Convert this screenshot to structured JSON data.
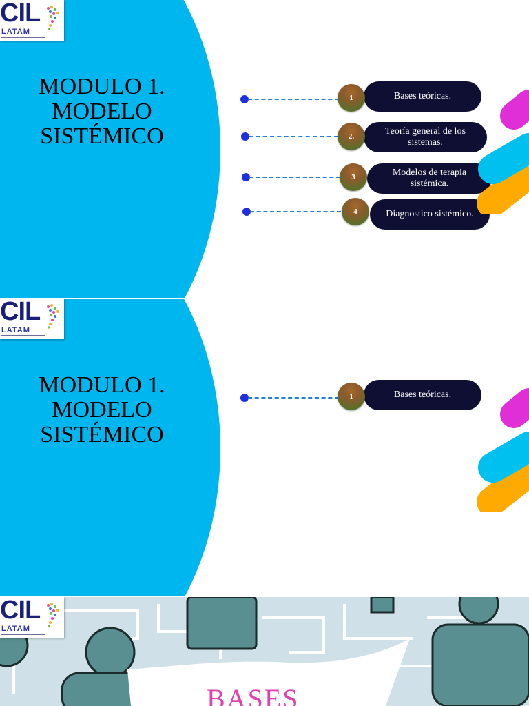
{
  "logo": {
    "main": "CIL",
    "sub": "LATAM"
  },
  "slide1": {
    "title": [
      "MODULO 1.",
      "MODELO",
      "SISTÉMICO"
    ],
    "items": [
      {
        "num": "1",
        "label": "Bases teóricas."
      },
      {
        "num": "2.",
        "label": "Teoría general de los sistemas."
      },
      {
        "num": "3",
        "label": "Modelos de terapia sistémica."
      },
      {
        "num": "4",
        "label": "Diagnostico sistémico."
      }
    ]
  },
  "slide2": {
    "title": [
      "MODULO 1.",
      "MODELO",
      "SISTÉMICO"
    ],
    "items": [
      {
        "num": "1",
        "label": "Bases teóricas."
      }
    ]
  },
  "slide3": {
    "heading": "BASES"
  },
  "colors": {
    "accent_blue": "#00b6ef",
    "pill_dark": "#0e0f33",
    "magenta": "#e02fd6",
    "cyan": "#00c0f0",
    "orange": "#ffaa00",
    "bases_pink": "#e23fb0"
  }
}
